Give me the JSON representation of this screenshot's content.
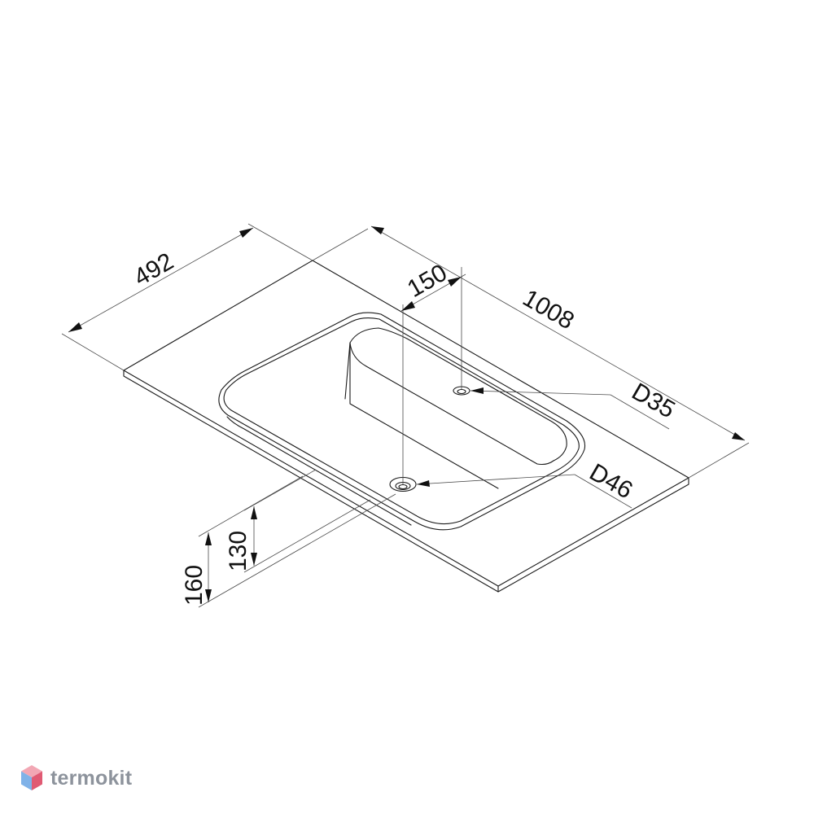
{
  "dimensions": {
    "width": "492",
    "length": "1008",
    "tap_offset": "150",
    "drain_height_inner": "130",
    "drain_height_outer": "160",
    "tap_hole": "D35",
    "drain_hole": "D46"
  },
  "watermark": {
    "text": "termokit",
    "colors": {
      "top": "#f2a7b4",
      "left": "#7fb2e8",
      "right": "#e05a73"
    }
  },
  "colors": {
    "line": "#1a1a1a",
    "background": "#ffffff"
  }
}
